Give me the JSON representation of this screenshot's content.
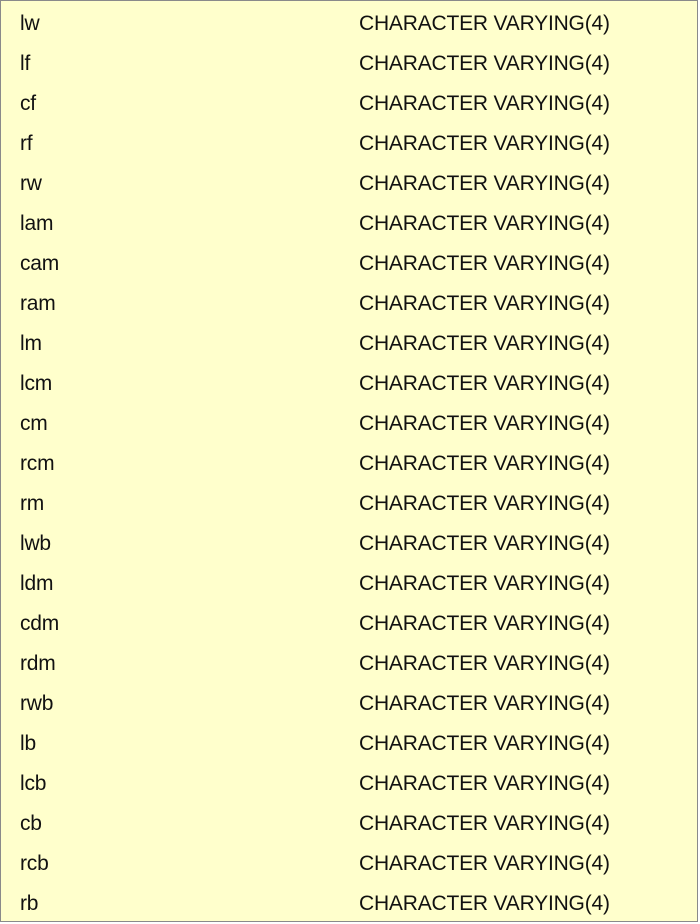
{
  "columns": [
    {
      "name": "lw",
      "type": "CHARACTER VARYING(4)"
    },
    {
      "name": "lf",
      "type": "CHARACTER VARYING(4)"
    },
    {
      "name": "cf",
      "type": "CHARACTER VARYING(4)"
    },
    {
      "name": "rf",
      "type": "CHARACTER VARYING(4)"
    },
    {
      "name": "rw",
      "type": "CHARACTER VARYING(4)"
    },
    {
      "name": "lam",
      "type": "CHARACTER VARYING(4)"
    },
    {
      "name": "cam",
      "type": "CHARACTER VARYING(4)"
    },
    {
      "name": "ram",
      "type": "CHARACTER VARYING(4)"
    },
    {
      "name": "lm",
      "type": "CHARACTER VARYING(4)"
    },
    {
      "name": "lcm",
      "type": "CHARACTER VARYING(4)"
    },
    {
      "name": "cm",
      "type": "CHARACTER VARYING(4)"
    },
    {
      "name": "rcm",
      "type": "CHARACTER VARYING(4)"
    },
    {
      "name": "rm",
      "type": "CHARACTER VARYING(4)"
    },
    {
      "name": "lwb",
      "type": "CHARACTER VARYING(4)"
    },
    {
      "name": "ldm",
      "type": "CHARACTER VARYING(4)"
    },
    {
      "name": "cdm",
      "type": "CHARACTER VARYING(4)"
    },
    {
      "name": "rdm",
      "type": "CHARACTER VARYING(4)"
    },
    {
      "name": "rwb",
      "type": "CHARACTER VARYING(4)"
    },
    {
      "name": "lb",
      "type": "CHARACTER VARYING(4)"
    },
    {
      "name": "lcb",
      "type": "CHARACTER VARYING(4)"
    },
    {
      "name": "cb",
      "type": "CHARACTER VARYING(4)"
    },
    {
      "name": "rcb",
      "type": "CHARACTER VARYING(4)"
    },
    {
      "name": "rb",
      "type": "CHARACTER VARYING(4)"
    }
  ]
}
